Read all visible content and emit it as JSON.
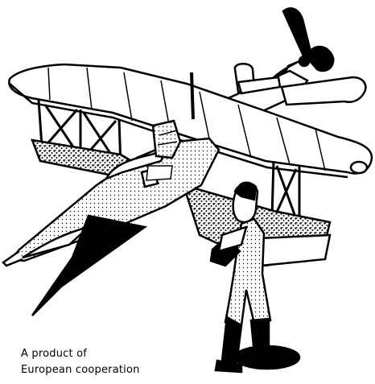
{
  "caption": {
    "line1": "A product of",
    "line2": "European cooperation"
  },
  "colors": {
    "ink": "#000000",
    "paper": "#ffffff"
  },
  "illustration": {
    "subject": "biplane-with-jet-fighter-nose-cartoon"
  }
}
